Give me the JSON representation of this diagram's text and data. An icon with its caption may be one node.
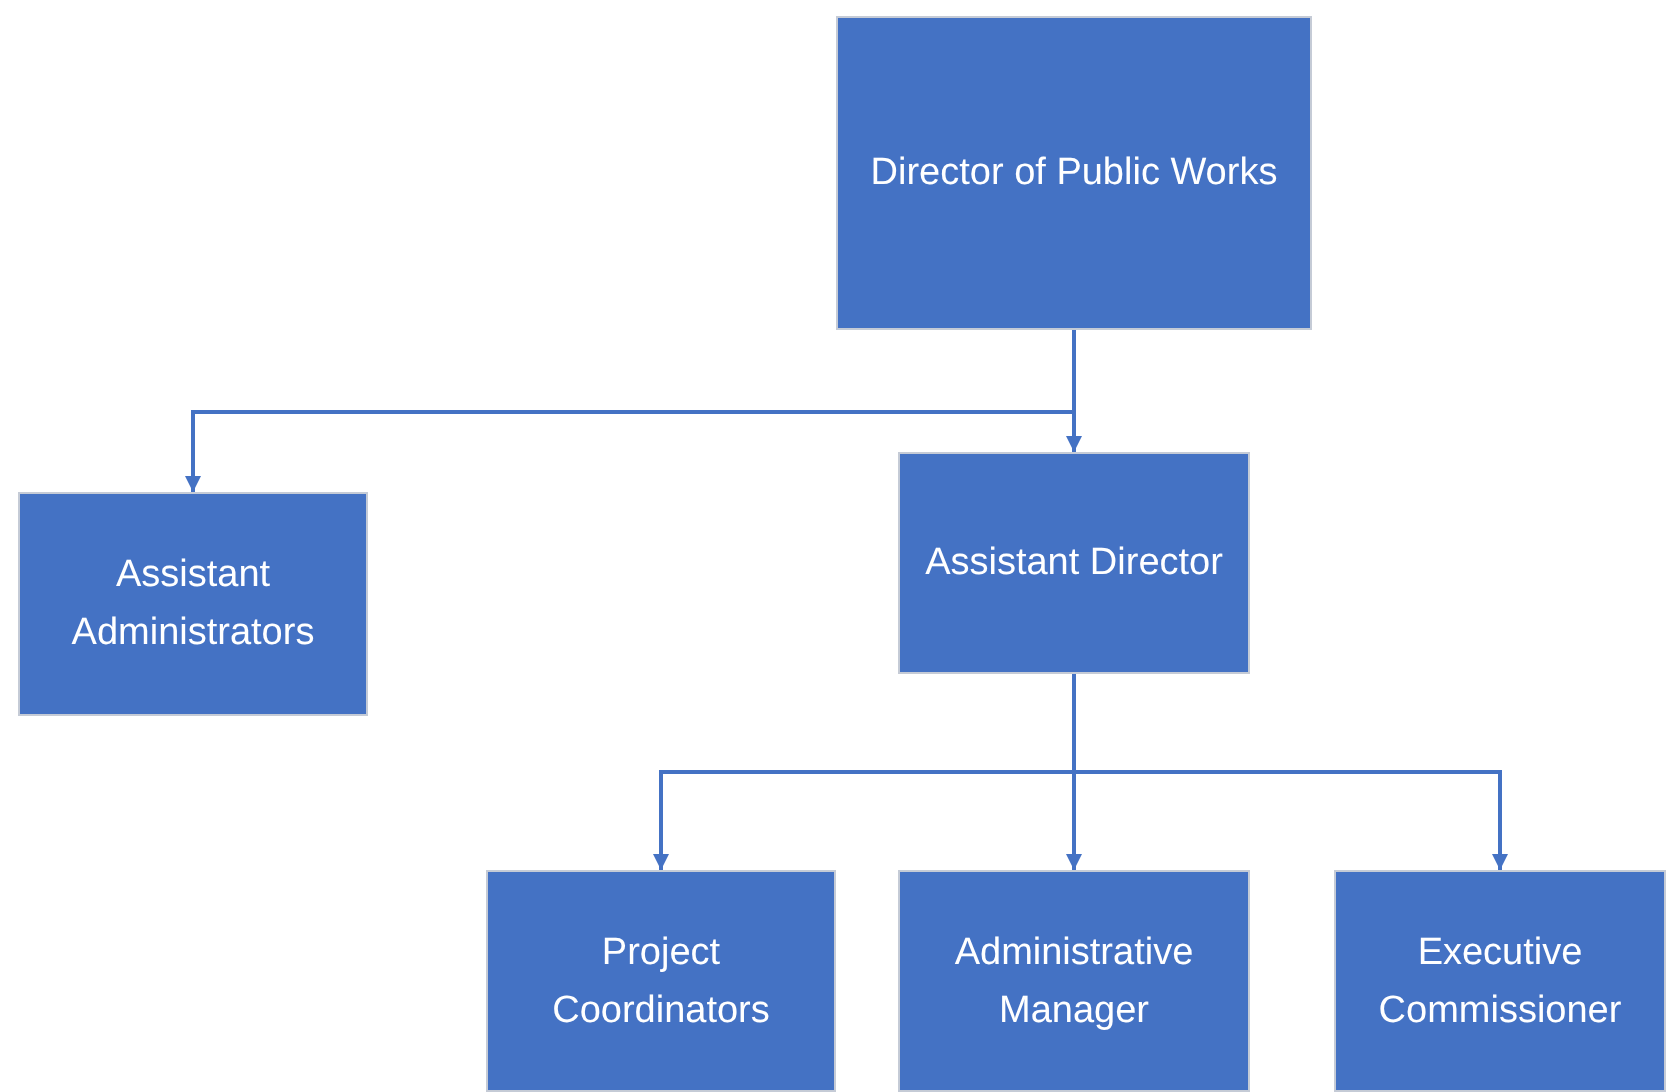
{
  "diagram": {
    "nodes": [
      {
        "text": [
          "Director of Public Works"
        ]
      },
      {
        "text": [
          "Assistant Administrators"
        ]
      },
      {
        "text": [
          "Assistant Director"
        ]
      },
      {
        "text": [
          "Project Coordinators"
        ]
      },
      {
        "text": [
          "Administrative Manager"
        ]
      },
      {
        "text": [
          "Executive Commissioner"
        ]
      }
    ],
    "edges": [
      {
        "from": 0,
        "to": 1,
        "arrow": "to"
      },
      {
        "from": 0,
        "to": 2,
        "arrow": "to"
      },
      {
        "from": 2,
        "to": 3,
        "arrow": "to"
      },
      {
        "from": 2,
        "to": 4,
        "arrow": "to"
      },
      {
        "from": 2,
        "to": 5,
        "arrow": "to"
      }
    ]
  }
}
